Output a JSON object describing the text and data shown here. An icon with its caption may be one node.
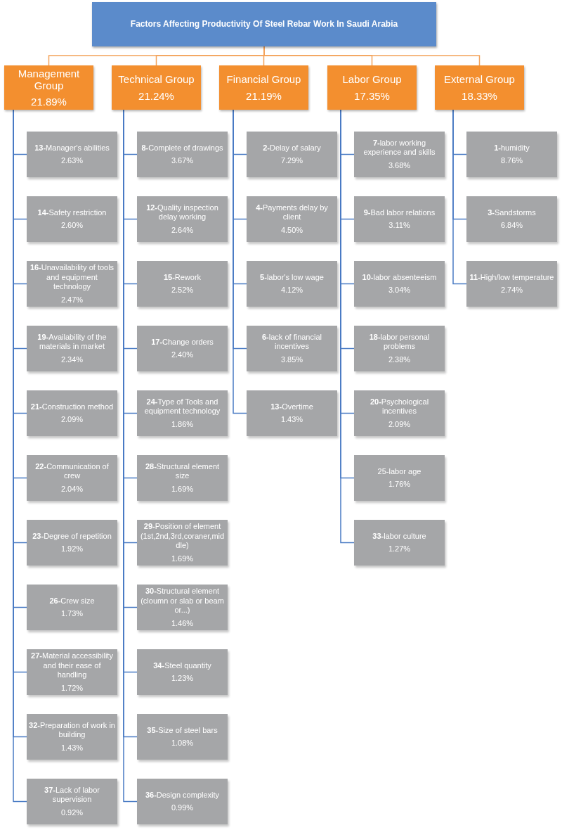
{
  "diagram": {
    "nodes": [
      {
        "text": [
          "Factors Affecting Productivity Of Steel Rebar Work In Saudi Arabia"
        ]
      },
      {
        "text": [
          "Management Group",
          "21.89%"
        ]
      },
      {
        "text": [
          "Technical Group",
          "21.24%"
        ]
      },
      {
        "text": [
          "Financial Group",
          "21.19%"
        ]
      },
      {
        "text": [
          "Labor Group",
          "17.35%"
        ]
      },
      {
        "text": [
          "External Group",
          "18.33%"
        ]
      },
      {
        "text": [
          "**13-**Manager's abilities",
          "2.63%"
        ]
      },
      {
        "text": [
          "**14-**Safety restriction",
          "2.60%"
        ]
      },
      {
        "text": [
          "**16-**Unavailability of tools and equipment technology",
          "2.47%"
        ]
      },
      {
        "text": [
          "**19-**Availability of the materials in market",
          "2.34%"
        ]
      },
      {
        "text": [
          "**21-**Construction method",
          "2.09%"
        ]
      },
      {
        "text": [
          "**22-**Communication of crew",
          "2.04%"
        ]
      },
      {
        "text": [
          "**23-**Degree of repetition",
          "1.92%"
        ]
      },
      {
        "text": [
          "**26-**Crew size",
          "1.73%"
        ]
      },
      {
        "text": [
          "**27-**Material accessibility and their ease of handling",
          "1.72%"
        ]
      },
      {
        "text": [
          "**32-**Preparation of work in building",
          "1.43%"
        ]
      },
      {
        "text": [
          "**37-**Lack of labor supervision",
          "0.92%"
        ]
      },
      {
        "text": [
          "**8-**Complete of drawings",
          "3.67%"
        ]
      },
      {
        "text": [
          "**12-**Quality inspection delay working",
          "2.64%"
        ]
      },
      {
        "text": [
          "**15-**Rework",
          "2.52%"
        ]
      },
      {
        "text": [
          "**17-**Change orders",
          "2.40%"
        ]
      },
      {
        "text": [
          "**24-**Type of Tools and equipment technology",
          "1.86%"
        ]
      },
      {
        "text": [
          "**28-**Structural element size",
          "1.69%"
        ]
      },
      {
        "text": [
          "**29-**Position of element (1st,2nd,3rd,coraner,middle)",
          "1.69%"
        ]
      },
      {
        "text": [
          "**30-**Structural element (cloumn or slab or beam or...)",
          "1.46%"
        ]
      },
      {
        "text": [
          "**34-**Steel quantity",
          "1.23%"
        ]
      },
      {
        "text": [
          "**35-**Size of steel bars",
          "1.08%"
        ]
      },
      {
        "text": [
          "**36-**Design complexity",
          "0.99%"
        ]
      },
      {
        "text": [
          "**2-**Delay of salary",
          "7.29%"
        ]
      },
      {
        "text": [
          "**4-**Payments delay by client",
          "4.50%"
        ]
      },
      {
        "text": [
          "**5-**labor's low wage",
          "4.12%"
        ]
      },
      {
        "text": [
          "**6-**lack of financial incentives",
          "3.85%"
        ]
      },
      {
        "text": [
          "**13-**Overtime",
          "1.43%"
        ]
      },
      {
        "text": [
          "**7-**labor working experience and skills",
          "3.68%"
        ]
      },
      {
        "text": [
          "**9-**Bad labor relations",
          "3.11%"
        ]
      },
      {
        "text": [
          "**10-**labor absenteeism",
          "3.04%"
        ]
      },
      {
        "text": [
          "**18-**labor personal problems",
          "2.38%"
        ]
      },
      {
        "text": [
          "**20-**Psychological incentives",
          "2.09%"
        ]
      },
      {
        "text": [
          "25-labor age",
          "1.76%"
        ]
      },
      {
        "text": [
          "**33-**labor culture",
          "1.27%"
        ]
      },
      {
        "text": [
          "**1-**humidity",
          "8.76%"
        ]
      },
      {
        "text": [
          "**3-**Sandstorms",
          "6.84%"
        ]
      },
      {
        "text": [
          "**11-**High/low temperature",
          "2.74%"
        ]
      }
    ],
    "edges": [
      {
        "from": 0,
        "to": 1,
        "arrow": "none",
        "color": "#f4a259"
      },
      {
        "from": 0,
        "to": 2,
        "arrow": "none",
        "color": "#f4a259"
      },
      {
        "from": 0,
        "to": 3,
        "arrow": "none",
        "color": "#f4a259"
      },
      {
        "from": 0,
        "to": 4,
        "arrow": "none",
        "color": "#f4a259"
      },
      {
        "from": 0,
        "to": 5,
        "arrow": "none",
        "color": "#f4a259"
      },
      {
        "from": 1,
        "to": 6,
        "arrow": "none"
      },
      {
        "from": 1,
        "to": 7,
        "arrow": "none"
      },
      {
        "from": 1,
        "to": 8,
        "arrow": "none"
      },
      {
        "from": 1,
        "to": 9,
        "arrow": "none"
      },
      {
        "from": 1,
        "to": 10,
        "arrow": "none"
      },
      {
        "from": 1,
        "to": 11,
        "arrow": "none"
      },
      {
        "from": 1,
        "to": 12,
        "arrow": "none"
      },
      {
        "from": 1,
        "to": 13,
        "arrow": "none"
      },
      {
        "from": 1,
        "to": 14,
        "arrow": "none"
      },
      {
        "from": 1,
        "to": 15,
        "arrow": "none"
      },
      {
        "from": 1,
        "to": 16,
        "arrow": "none"
      },
      {
        "from": 2,
        "to": 17,
        "arrow": "none"
      },
      {
        "from": 2,
        "to": 18,
        "arrow": "none"
      },
      {
        "from": 2,
        "to": 19,
        "arrow": "none"
      },
      {
        "from": 2,
        "to": 20,
        "arrow": "none"
      },
      {
        "from": 2,
        "to": 21,
        "arrow": "none"
      },
      {
        "from": 2,
        "to": 22,
        "arrow": "none"
      },
      {
        "from": 2,
        "to": 23,
        "arrow": "none"
      },
      {
        "from": 2,
        "to": 24,
        "arrow": "none"
      },
      {
        "from": 2,
        "to": 25,
        "arrow": "none"
      },
      {
        "from": 2,
        "to": 26,
        "arrow": "none"
      },
      {
        "from": 2,
        "to": 27,
        "arrow": "none"
      },
      {
        "from": 3,
        "to": 28,
        "arrow": "none"
      },
      {
        "from": 3,
        "to": 29,
        "arrow": "none"
      },
      {
        "from": 3,
        "to": 30,
        "arrow": "none"
      },
      {
        "from": 3,
        "to": 31,
        "arrow": "none"
      },
      {
        "from": 3,
        "to": 32,
        "arrow": "none"
      },
      {
        "from": 4,
        "to": 33,
        "arrow": "none"
      },
      {
        "from": 4,
        "to": 34,
        "arrow": "none"
      },
      {
        "from": 4,
        "to": 35,
        "arrow": "none"
      },
      {
        "from": 4,
        "to": 36,
        "arrow": "none"
      },
      {
        "from": 4,
        "to": 37,
        "arrow": "none"
      },
      {
        "from": 4,
        "to": 38,
        "arrow": "none"
      },
      {
        "from": 4,
        "to": 39,
        "arrow": "none"
      },
      {
        "from": 5,
        "to": 40,
        "arrow": "none"
      },
      {
        "from": 5,
        "to": 41,
        "arrow": "none"
      },
      {
        "from": 5,
        "to": 42,
        "arrow": "none"
      }
    ]
  }
}
